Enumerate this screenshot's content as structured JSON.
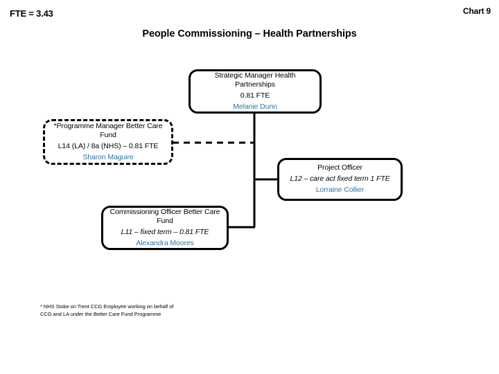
{
  "header": {
    "fte_total": "FTE = 3.43",
    "chart_number": "Chart 9",
    "title": "People Commissioning – Health Partnerships"
  },
  "nodes": {
    "strategic_manager": {
      "role": "Strategic Manager Health Partnerships",
      "grade": "0.81 FTE",
      "person": "Melanie Dunn"
    },
    "programme_manager": {
      "role": "*Programme Manager Better Care Fund",
      "grade": "L14  (LA) / 8a (NHS) – 0.81 FTE",
      "person": "Sharon Maguire"
    },
    "project_officer": {
      "role": "Project Officer",
      "grade": "L12 – care act fixed term  1 FTE",
      "person": "Lorraine Collier"
    },
    "commissioning_officer": {
      "role": "Commissioning Officer Better Care Fund",
      "grade": "L11 – fixed term  – 0.81 FTE",
      "person": "Alexandra Moores"
    }
  },
  "footnote": {
    "text": "*  NHS Stoke on Trent CCG Employee working on behalf of CCG and LA under the Better Care Fund Programme"
  },
  "colors": {
    "person_name": "#2e74a4",
    "line": "#000000",
    "background": "#ffffff"
  }
}
